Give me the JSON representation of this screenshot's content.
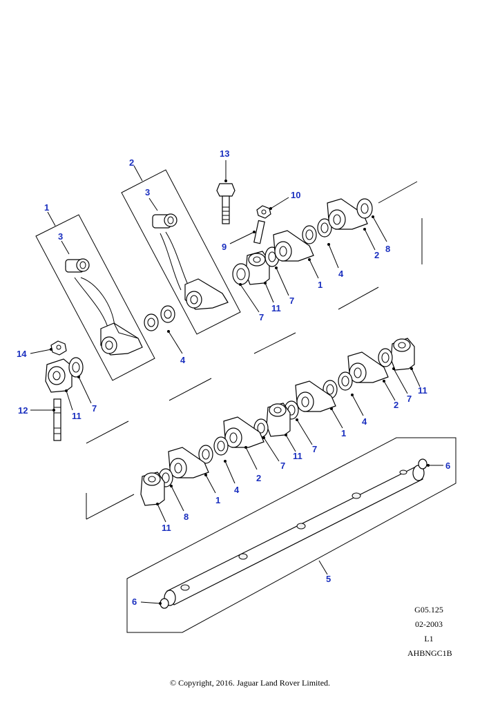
{
  "callouts": {
    "c1a": "1",
    "c1b": "1",
    "c1c": "1",
    "c1d": "1",
    "c2a": "2",
    "c2b": "2",
    "c2c": "2",
    "c2d": "2",
    "c3a": "3",
    "c3b": "3",
    "c4a": "4",
    "c4b": "4",
    "c4c": "4",
    "c4d": "4",
    "c5": "5",
    "c6a": "6",
    "c6b": "6",
    "c7a": "7",
    "c7b": "7",
    "c7c": "7",
    "c7d": "7",
    "c7e": "7",
    "c7f": "7",
    "c8a": "8",
    "c8b": "8",
    "c9": "9",
    "c10": "10",
    "c11a": "11",
    "c11b": "11",
    "c11c": "11",
    "c11d": "11",
    "c11e": "11",
    "c12": "12",
    "c13": "13",
    "c14": "14"
  },
  "meta": {
    "ref": "G05.125",
    "date": "02-2003",
    "level": "L1",
    "code": "AHBNGC1B"
  },
  "copyright": "© Copyright, 2016. Jaguar Land Rover Limited.",
  "colors": {
    "callout": "#1a2fbf",
    "line": "#000000"
  }
}
